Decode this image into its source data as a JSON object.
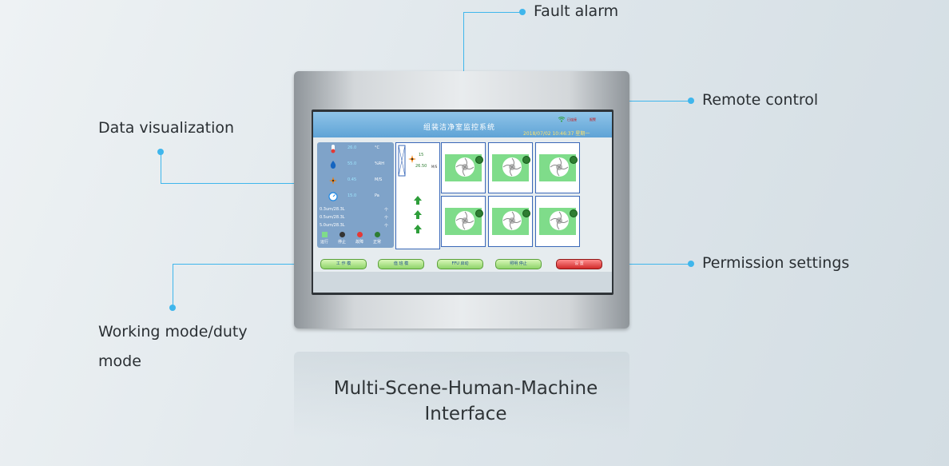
{
  "callouts": {
    "fault_alarm": "Fault alarm",
    "remote_control": "Remote control",
    "data_visualization": "Data visualization",
    "permission_settings": "Permission settings",
    "working_mode_line1": "Working mode/duty",
    "working_mode_line2": "mode"
  },
  "caption": {
    "line1": "Multi-Scene-Human-Machine",
    "line2": "Interface"
  },
  "screen": {
    "title": "组装洁净室监控系统",
    "time": "2018/07/02  10:46:37  星期一",
    "status_online": "已连接",
    "status_warning": "报警",
    "readings": [
      {
        "icon": "temperature-icon",
        "value": "26.0",
        "unit": "°C"
      },
      {
        "icon": "humidity-icon",
        "value": "55.0",
        "unit": "%RH"
      },
      {
        "icon": "fan-speed-icon",
        "value": "0.45",
        "unit": "M/S"
      },
      {
        "icon": "pressure-gauge-icon",
        "value": "15.0",
        "unit": "Pa"
      }
    ],
    "particles": [
      {
        "label": "0.3um/28.3L",
        "unit": "个"
      },
      {
        "label": "0.5um/28.3L",
        "unit": "个"
      },
      {
        "label": "5.0um/28.3L",
        "unit": "个"
      }
    ],
    "legend": [
      "运行",
      "停止",
      "故障",
      "正常"
    ],
    "fan_value_top": "15",
    "fan_value_speed": "26.50",
    "fan_speed_unit": "M/S",
    "buttons": [
      "工 作 模",
      "值 班 模",
      "FFU 启动",
      "照明 停止",
      "设 置"
    ]
  },
  "colors": {
    "accent": "#3fb6ec",
    "screen_header": "#5fa3d6",
    "ffu_cell": "#7fdc8a",
    "alert_button": "#d22b2b"
  }
}
